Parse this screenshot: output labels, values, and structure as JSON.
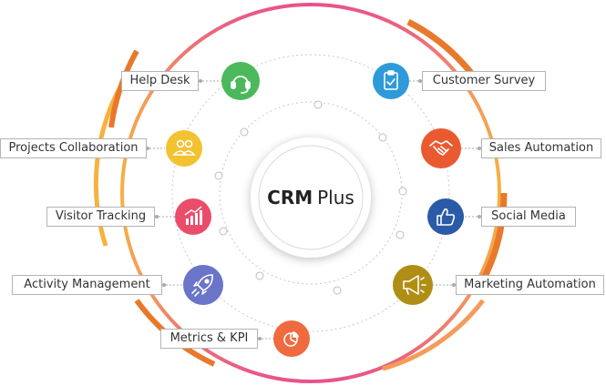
{
  "center": {
    "title_bold": "CRM",
    "title_light": "Plus"
  },
  "colors": {
    "ring_outer": "#f39c5a",
    "ring_accent_orange": "#e8792b",
    "ring_accent_yellow": "#f6b23e",
    "ring_pink": "#e8528b",
    "ring_dots": "#bdbdbd"
  },
  "features": [
    {
      "id": "help-desk",
      "label": "Help Desk",
      "icon": "headset-icon",
      "color": "#4cb85c"
    },
    {
      "id": "customer-survey",
      "label": "Customer Survey",
      "icon": "clipboard-check-icon",
      "color": "#2e9ad8"
    },
    {
      "id": "projects-collaboration",
      "label": "Projects Collaboration",
      "icon": "users-icon",
      "color": "#f2c230"
    },
    {
      "id": "sales-automation",
      "label": "Sales Automation",
      "icon": "handshake-icon",
      "color": "#ea5a30"
    },
    {
      "id": "visitor-tracking",
      "label": "Visitor Tracking",
      "icon": "bar-chart-icon",
      "color": "#ea4d6a"
    },
    {
      "id": "social-media",
      "label": "Social Media",
      "icon": "thumbs-up-icon",
      "color": "#2b5aa8"
    },
    {
      "id": "activity-management",
      "label": "Activity Management",
      "icon": "rocket-icon",
      "color": "#6a74c8"
    },
    {
      "id": "marketing-automation",
      "label": "Marketing Automation",
      "icon": "megaphone-icon",
      "color": "#b08e16"
    },
    {
      "id": "metrics-kpi",
      "label": "Metrics & KPI",
      "icon": "pie-chart-icon",
      "color": "#ef6a3e"
    }
  ]
}
